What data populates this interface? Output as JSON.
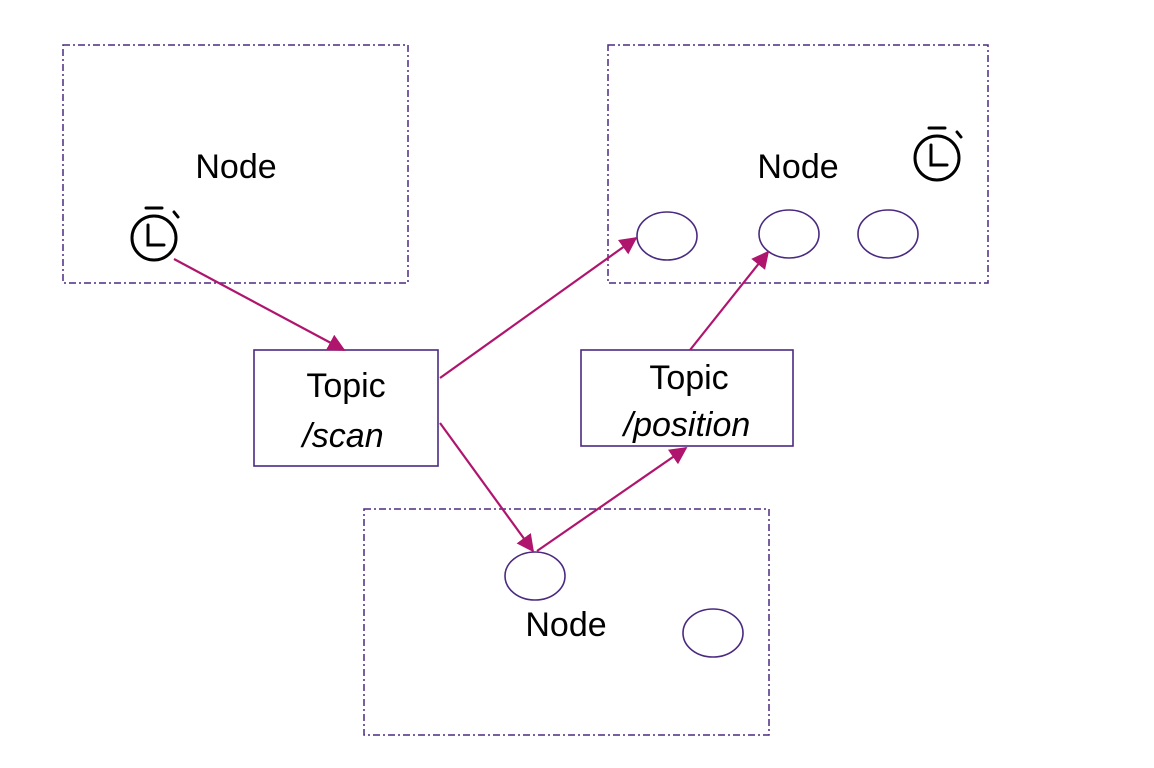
{
  "colors": {
    "node_border": "#4a2a80",
    "topic_border": "#4a2a80",
    "edge": "#b0156e",
    "text": "#000000"
  },
  "nodes": [
    {
      "label": "Node"
    },
    {
      "label": "Node"
    },
    {
      "label": "Node"
    }
  ],
  "topics": [
    {
      "label": "Topic",
      "name": "/scan"
    },
    {
      "label": "Topic",
      "name": "/position"
    }
  ],
  "icons": [
    "timer-icon",
    "timer-icon"
  ]
}
